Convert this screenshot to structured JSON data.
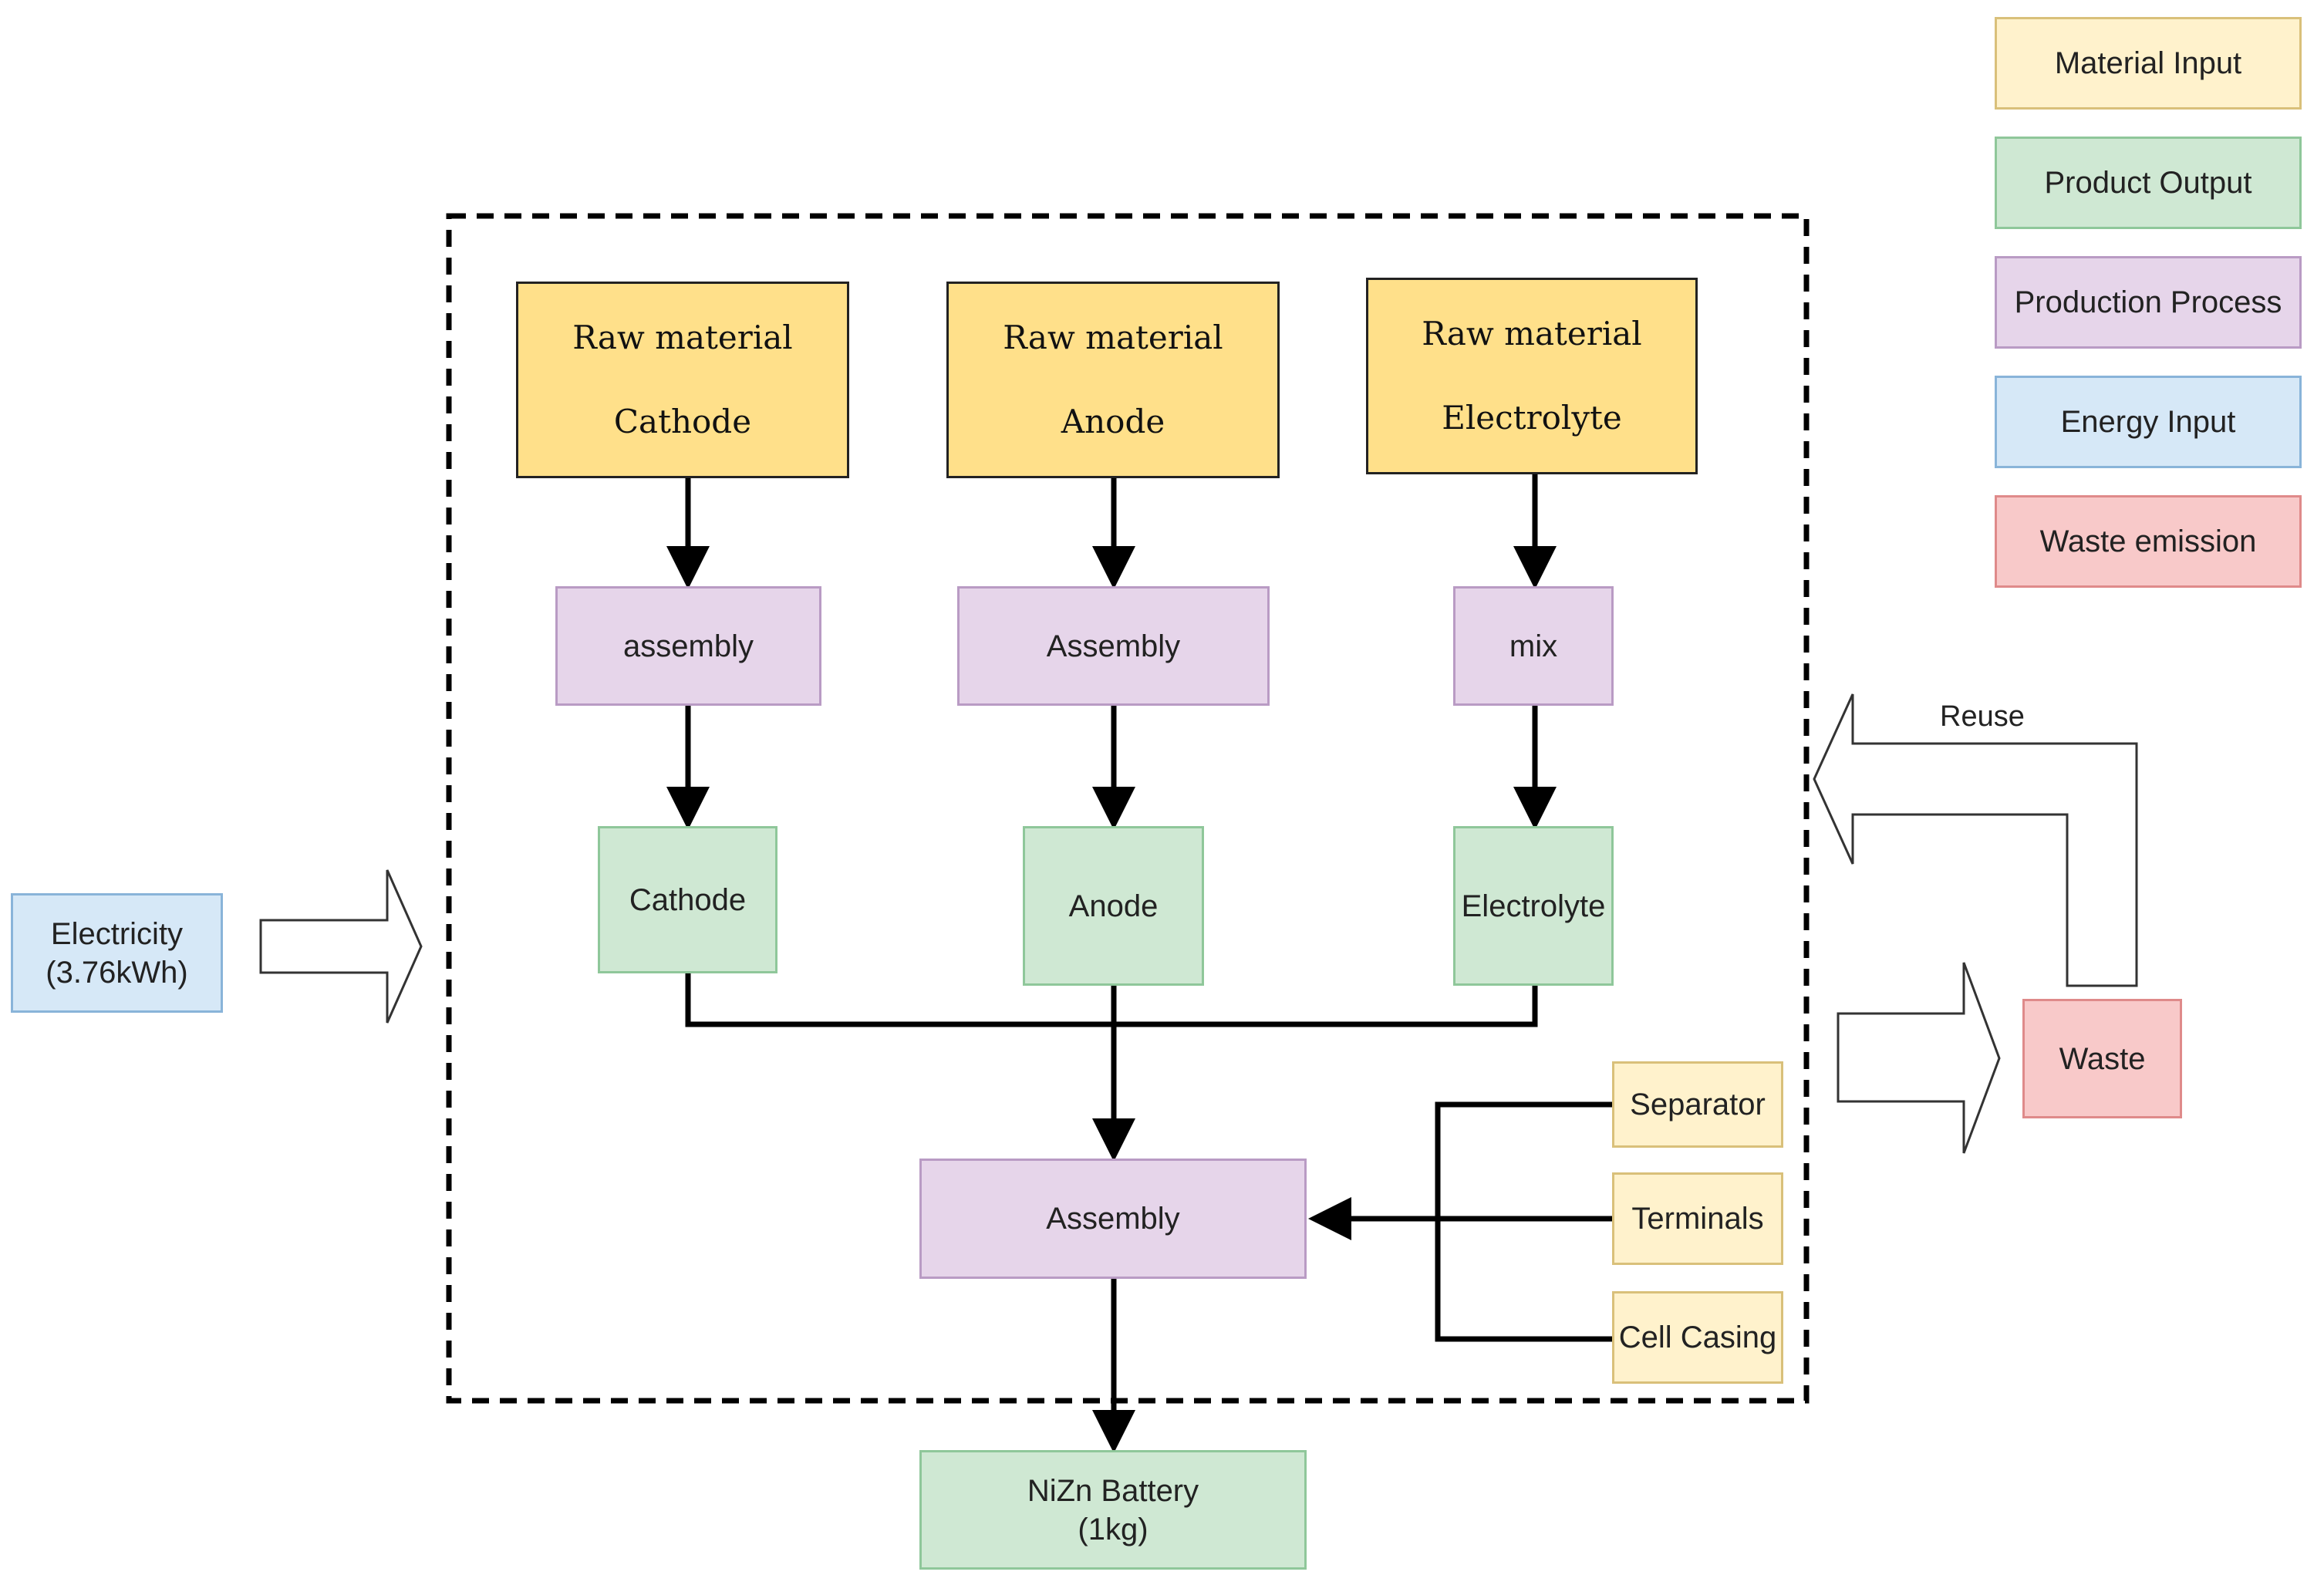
{
  "legend": {
    "material_input": "Material Input",
    "product_output": "Product Output",
    "production_process": "Production Process",
    "energy_input": "Energy Input",
    "waste_emission": "Waste emission"
  },
  "raw": {
    "cathode": {
      "line1": "Raw material",
      "line2": "Cathode"
    },
    "anode": {
      "line1": "Raw material",
      "line2": "Anode"
    },
    "electrolyte": {
      "line1": "Raw material",
      "line2": "Electrolyte"
    }
  },
  "process": {
    "cathode_assembly": "assembly",
    "anode_assembly": "Assembly",
    "mix": "mix",
    "final_assembly": "Assembly"
  },
  "products": {
    "cathode": "Cathode",
    "anode": "Anode",
    "electrolyte": "Electrolyte",
    "battery_line1": "NiZn Battery",
    "battery_line2": "(1kg)"
  },
  "inputs": {
    "separator": "Separator",
    "terminals": "Terminals",
    "cell_casing": "Cell Casing"
  },
  "energy": {
    "line1": "Electricity",
    "line2": "(3.76kWh)"
  },
  "waste": {
    "label": "Waste",
    "reuse_label": "Reuse"
  },
  "colors": {
    "material_input": "#fff2cc",
    "raw_material": "#ffe08a",
    "product_output": "#cfe8d3",
    "production_process": "#e6d5ea",
    "energy_input": "#d6e8f7",
    "waste_emission": "#f8c9c9"
  }
}
